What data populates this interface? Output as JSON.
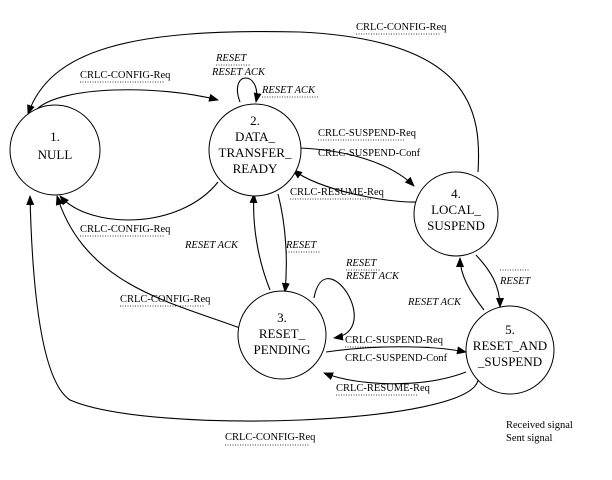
{
  "states": {
    "null": {
      "number": "1.",
      "line1": "NULL"
    },
    "data_transfer_ready": {
      "number": "2.",
      "line1": "DATA_",
      "line2": "TRANSFER_",
      "line3": "READY"
    },
    "reset_pending": {
      "number": "3.",
      "line1": "RESET_",
      "line2": "PENDING"
    },
    "local_suspend": {
      "number": "4.",
      "line1": "LOCAL_",
      "line2": "SUSPEND"
    },
    "reset_and_suspend": {
      "number": "5.",
      "line1": "RESET_AND",
      "line2": "_SUSPEND"
    }
  },
  "labels": {
    "config_top": "CRLC-CONFIG-Req",
    "config_null_to_dtr": "CRLC-CONFIG-Req",
    "dtr_self_reset": "RESET",
    "dtr_self_reset_ack": "RESET ACK",
    "dtr_self_reset_ack_in": "RESET ACK",
    "suspend_req_dtr": "CRLC-SUSPEND-Req",
    "suspend_conf_dtr": "CRLC-SUSPEND-Conf",
    "resume_req_dtr": "CRLC-RESUME-Req",
    "config_dtr_to_null": "CRLC-CONFIG-Req",
    "reset_ack_dtr": "RESET ACK",
    "reset_dtr": "RESET",
    "rp_self_reset": "RESET",
    "rp_self_reset_ack": "RESET ACK",
    "config_rp_to_null": "CRLC-CONFIG-Req",
    "suspend_req_rp": "CRLC-SUSPEND-Req",
    "suspend_conf_rp": "CRLC-SUSPEND-Conf",
    "resume_req_rp": "CRLC-RESUME-Req",
    "reset_ls": "RESET",
    "reset_ack_ls": "RESET ACK",
    "config_bottom": "CRLC-CONFIG-Req"
  },
  "legend": {
    "received": "Received signal",
    "sent": "Sent signal"
  }
}
